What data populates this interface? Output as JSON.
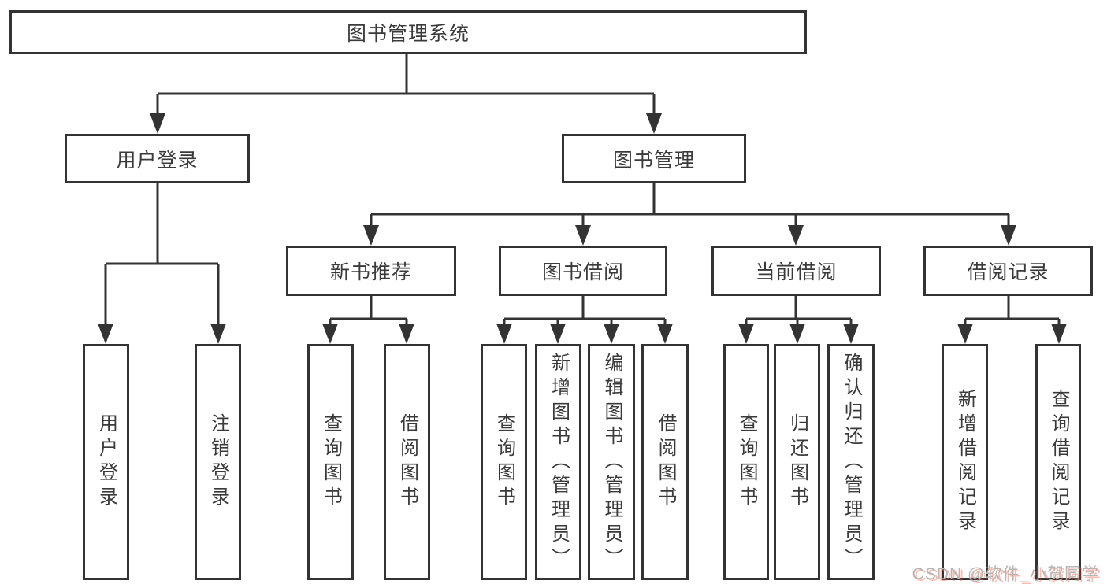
{
  "diagram": {
    "root": "图书管理系统",
    "level2": [
      "用户登录",
      "图书管理"
    ],
    "level3": [
      "新书推荐",
      "图书借阅",
      "当前借阅",
      "借阅记录"
    ],
    "leaves": [
      "用户登录",
      "注销登录",
      "查询图书",
      "借阅图书",
      "查询图书",
      "新增图书（管理员）",
      "编辑图书（管理员）",
      "借阅图书",
      "查询图书",
      "归还图书",
      "确认归还（管理员）",
      "新增借阅记录",
      "查询借阅记录"
    ]
  },
  "watermark": {
    "text": "CSDN @软件_小贺同学"
  },
  "colors": {
    "line": "#333333",
    "text": "#3a3a3a",
    "background": "#ffffff",
    "watermark_text": "#b5b5b5",
    "watermark_shadow": "#fc5531"
  }
}
